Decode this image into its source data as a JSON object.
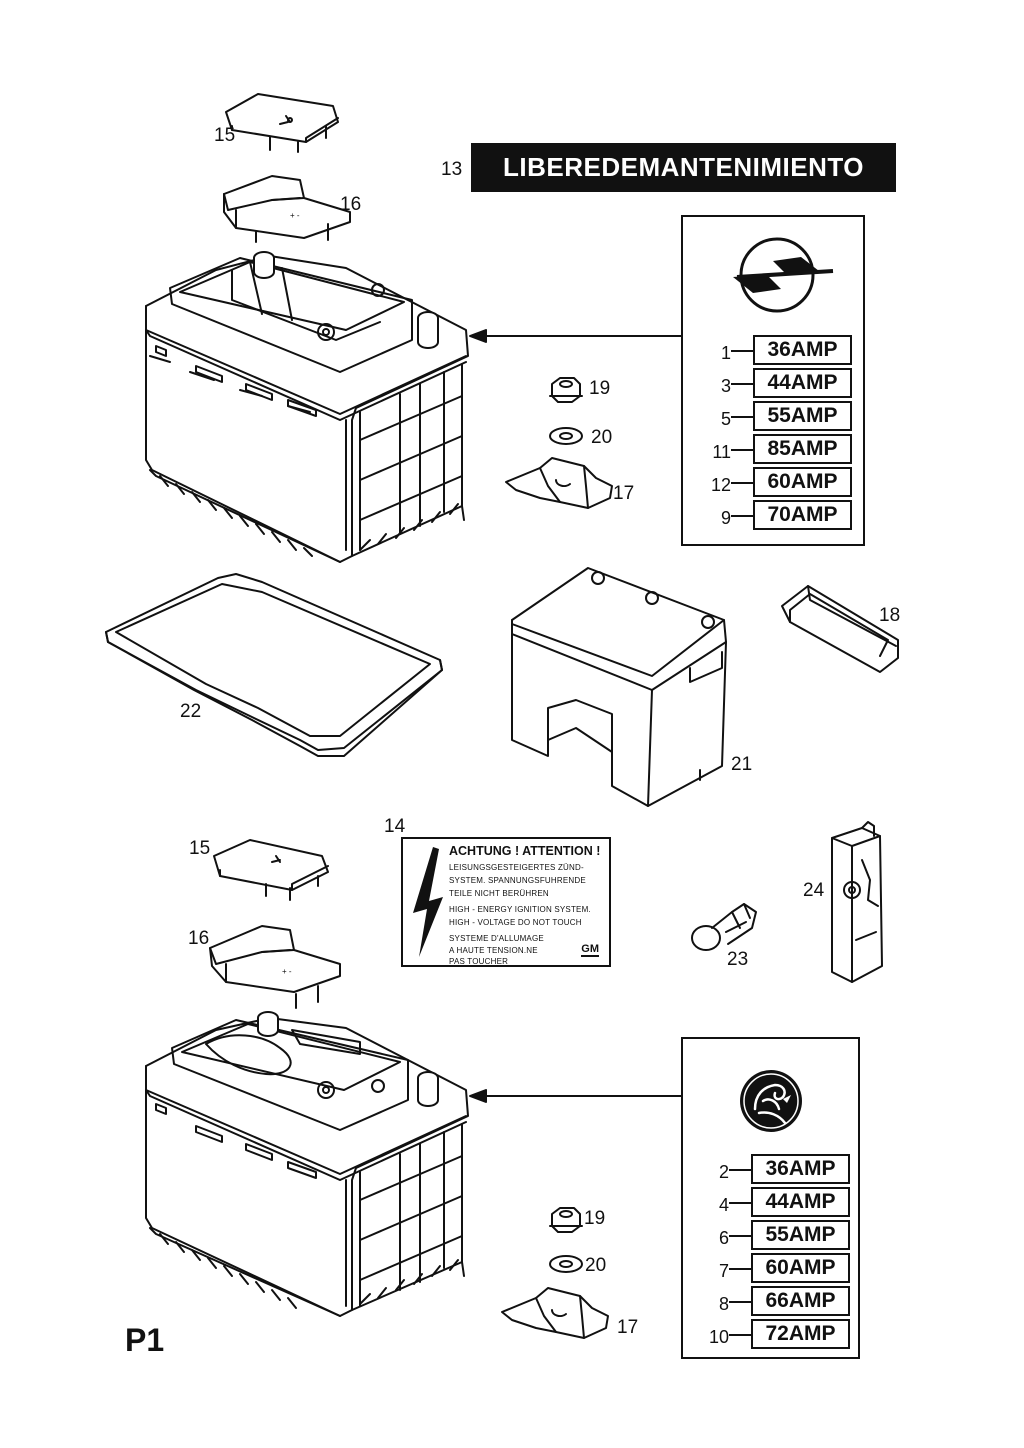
{
  "banner": {
    "number": "13",
    "text": "LIBEREDEMANTENIMIENTO"
  },
  "page_code": "P1",
  "callouts": {
    "c15_top": "15",
    "c16_top": "16",
    "c19_top": "19",
    "c20_top": "20",
    "c17_top": "17",
    "c18": "18",
    "c21": "21",
    "c22": "22",
    "c14": "14",
    "c15_bot": "15",
    "c16_bot": "16",
    "c23": "23",
    "c24": "24",
    "c19_bot": "19",
    "c20_bot": "20",
    "c17_bot": "17"
  },
  "opel_panel": {
    "logo": "opel-lightning-logo",
    "rows": [
      {
        "number": "1",
        "amp": "36AMP"
      },
      {
        "number": "3",
        "amp": "44AMP"
      },
      {
        "number": "5",
        "amp": "55AMP"
      },
      {
        "number": "11",
        "amp": "85AMP"
      },
      {
        "number": "12",
        "amp": "60AMP"
      },
      {
        "number": "9",
        "amp": "70AMP"
      }
    ]
  },
  "vauxhall_panel": {
    "logo": "vauxhall-griffin-logo",
    "rows": [
      {
        "number": "2",
        "amp": "36AMP"
      },
      {
        "number": "4",
        "amp": "44AMP"
      },
      {
        "number": "6",
        "amp": "55AMP"
      },
      {
        "number": "7",
        "amp": "60AMP"
      },
      {
        "number": "8",
        "amp": "66AMP"
      },
      {
        "number": "10",
        "amp": "72AMP"
      }
    ]
  },
  "warning_label": {
    "title": "ACHTUNG ! ATTENTION !",
    "lines": [
      "LEISUNGSGESTEIGERTES ZÜND-",
      "SYSTEM. SPANNUNGSFUHRENDE",
      "TEILE NICHT BERÜHREN",
      "HIGH - ENERGY IGNITION SYSTEM.",
      "HIGH - VOLTAGE  DO NOT TOUCH",
      "SYSTEME D'ALLUMAGE",
      "A HAUTE TENSION.NE",
      "PAS TOUCHER"
    ],
    "brand": "GM"
  }
}
